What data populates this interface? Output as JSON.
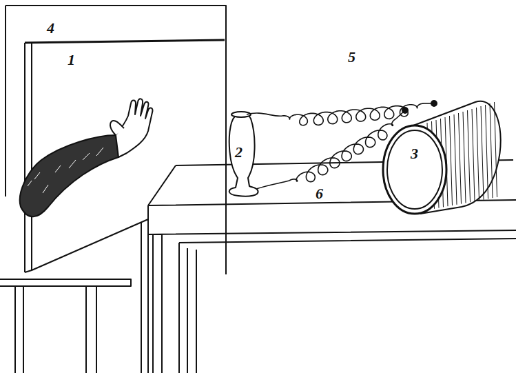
{
  "diagram": {
    "labels": [
      "4",
      "1",
      "5",
      "2",
      "6",
      "3"
    ]
  }
}
